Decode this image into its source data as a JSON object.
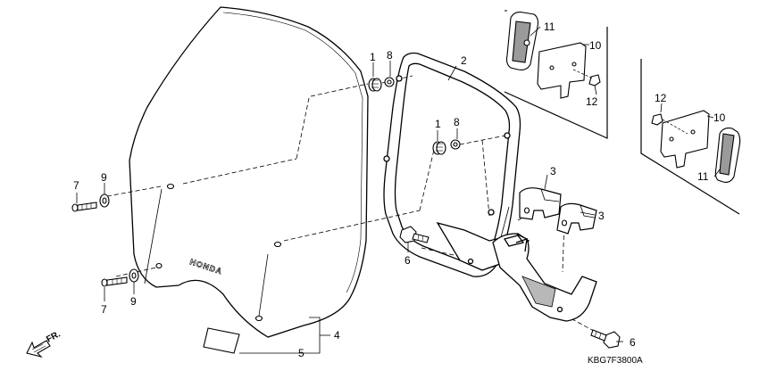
{
  "diagram": {
    "code": "KBG7F3800A",
    "direction_label": "FR.",
    "brand_mark": "HONDA",
    "callouts": [
      {
        "id": "c1a",
        "label": "1"
      },
      {
        "id": "c1b",
        "label": "1"
      },
      {
        "id": "c2",
        "label": "2"
      },
      {
        "id": "c3a",
        "label": "3"
      },
      {
        "id": "c3b",
        "label": "3"
      },
      {
        "id": "c4",
        "label": "4"
      },
      {
        "id": "c5",
        "label": "5"
      },
      {
        "id": "c6a",
        "label": "6"
      },
      {
        "id": "c6b",
        "label": "6"
      },
      {
        "id": "c7a",
        "label": "7"
      },
      {
        "id": "c7b",
        "label": "7"
      },
      {
        "id": "c8a",
        "label": "8"
      },
      {
        "id": "c8b",
        "label": "8"
      },
      {
        "id": "c9a",
        "label": "9"
      },
      {
        "id": "c9b",
        "label": "9"
      },
      {
        "id": "c10a",
        "label": "10"
      },
      {
        "id": "c10b",
        "label": "10"
      },
      {
        "id": "c11a",
        "label": "11"
      },
      {
        "id": "c11b",
        "label": "11"
      },
      {
        "id": "c12a",
        "label": "12"
      },
      {
        "id": "c12b",
        "label": "12"
      }
    ]
  }
}
